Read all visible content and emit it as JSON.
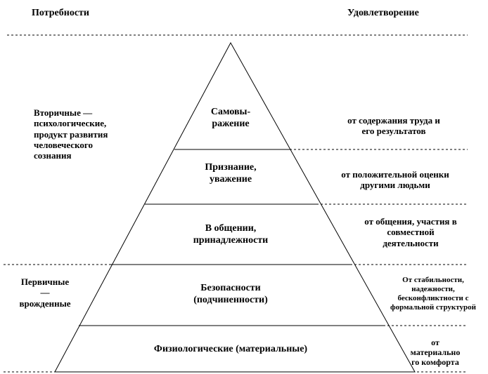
{
  "headers": {
    "needs": "Потребности",
    "satisfaction": "Удовлетворение"
  },
  "groups": {
    "secondary": "Вторичные —\nпсихологические,\nпродукт развития\nчеловеческого\nсознания",
    "primary": "Первичные\n—\nврожденные"
  },
  "levels": [
    {
      "need": "Самовы-\nражение",
      "satisfaction": "от содержания труда и\nего результатов"
    },
    {
      "need": "Признание,\nуважение",
      "satisfaction": "от положительной оценки\nдругими людьми"
    },
    {
      "need": "В общении,\nпринадлежности",
      "satisfaction": "от общения, участия в\nсовместной\nдеятельности"
    },
    {
      "need": "Безопасности\n(подчиненности)",
      "satisfaction": "От стабильности,\nнадежности,\nбесконфликтности с\nформальной структурой"
    },
    {
      "need": "Физиологические (материальные)",
      "satisfaction": "от\nматериально\nго комфорта"
    }
  ]
}
